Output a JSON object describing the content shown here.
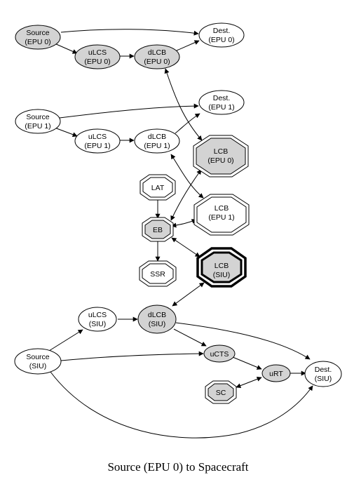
{
  "title": "Source (EPU 0) to Spacecraft",
  "colors": {
    "node_fill_gray": "#d3d3d3",
    "node_fill_white": "#ffffff",
    "stroke": "#000000"
  },
  "nodes": {
    "source_epu0": [
      "Source",
      "(EPU 0)"
    ],
    "ulcs_epu0": [
      "uLCS",
      "(EPU 0)"
    ],
    "dlcb_epu0": [
      "dLCB",
      "(EPU 0)"
    ],
    "dest_epu0": [
      "Dest.",
      "(EPU 0)"
    ],
    "source_epu1": [
      "Source",
      "(EPU 1)"
    ],
    "ulcs_epu1": [
      "uLCS",
      "(EPU 1)"
    ],
    "dlcb_epu1": [
      "dLCB",
      "(EPU 1)"
    ],
    "dest_epu1": [
      "Dest.",
      "(EPU 1)"
    ],
    "lcb_epu0": [
      "LCB",
      "(EPU 0)"
    ],
    "lat": [
      "LAT"
    ],
    "lcb_epu1": [
      "LCB",
      "(EPU 1)"
    ],
    "eb": [
      "EB"
    ],
    "ssr": [
      "SSR"
    ],
    "lcb_siu": [
      "LCB",
      "(SIU)"
    ],
    "ulcs_siu": [
      "uLCS",
      "(SIU)"
    ],
    "dlcb_siu": [
      "dLCB",
      "(SIU)"
    ],
    "source_siu": [
      "Source",
      "(SIU)"
    ],
    "ucts": [
      "uCTS"
    ],
    "urt": [
      "uRT"
    ],
    "dest_siu": [
      "Dest.",
      "(SIU)"
    ],
    "sc": [
      "SC"
    ]
  }
}
